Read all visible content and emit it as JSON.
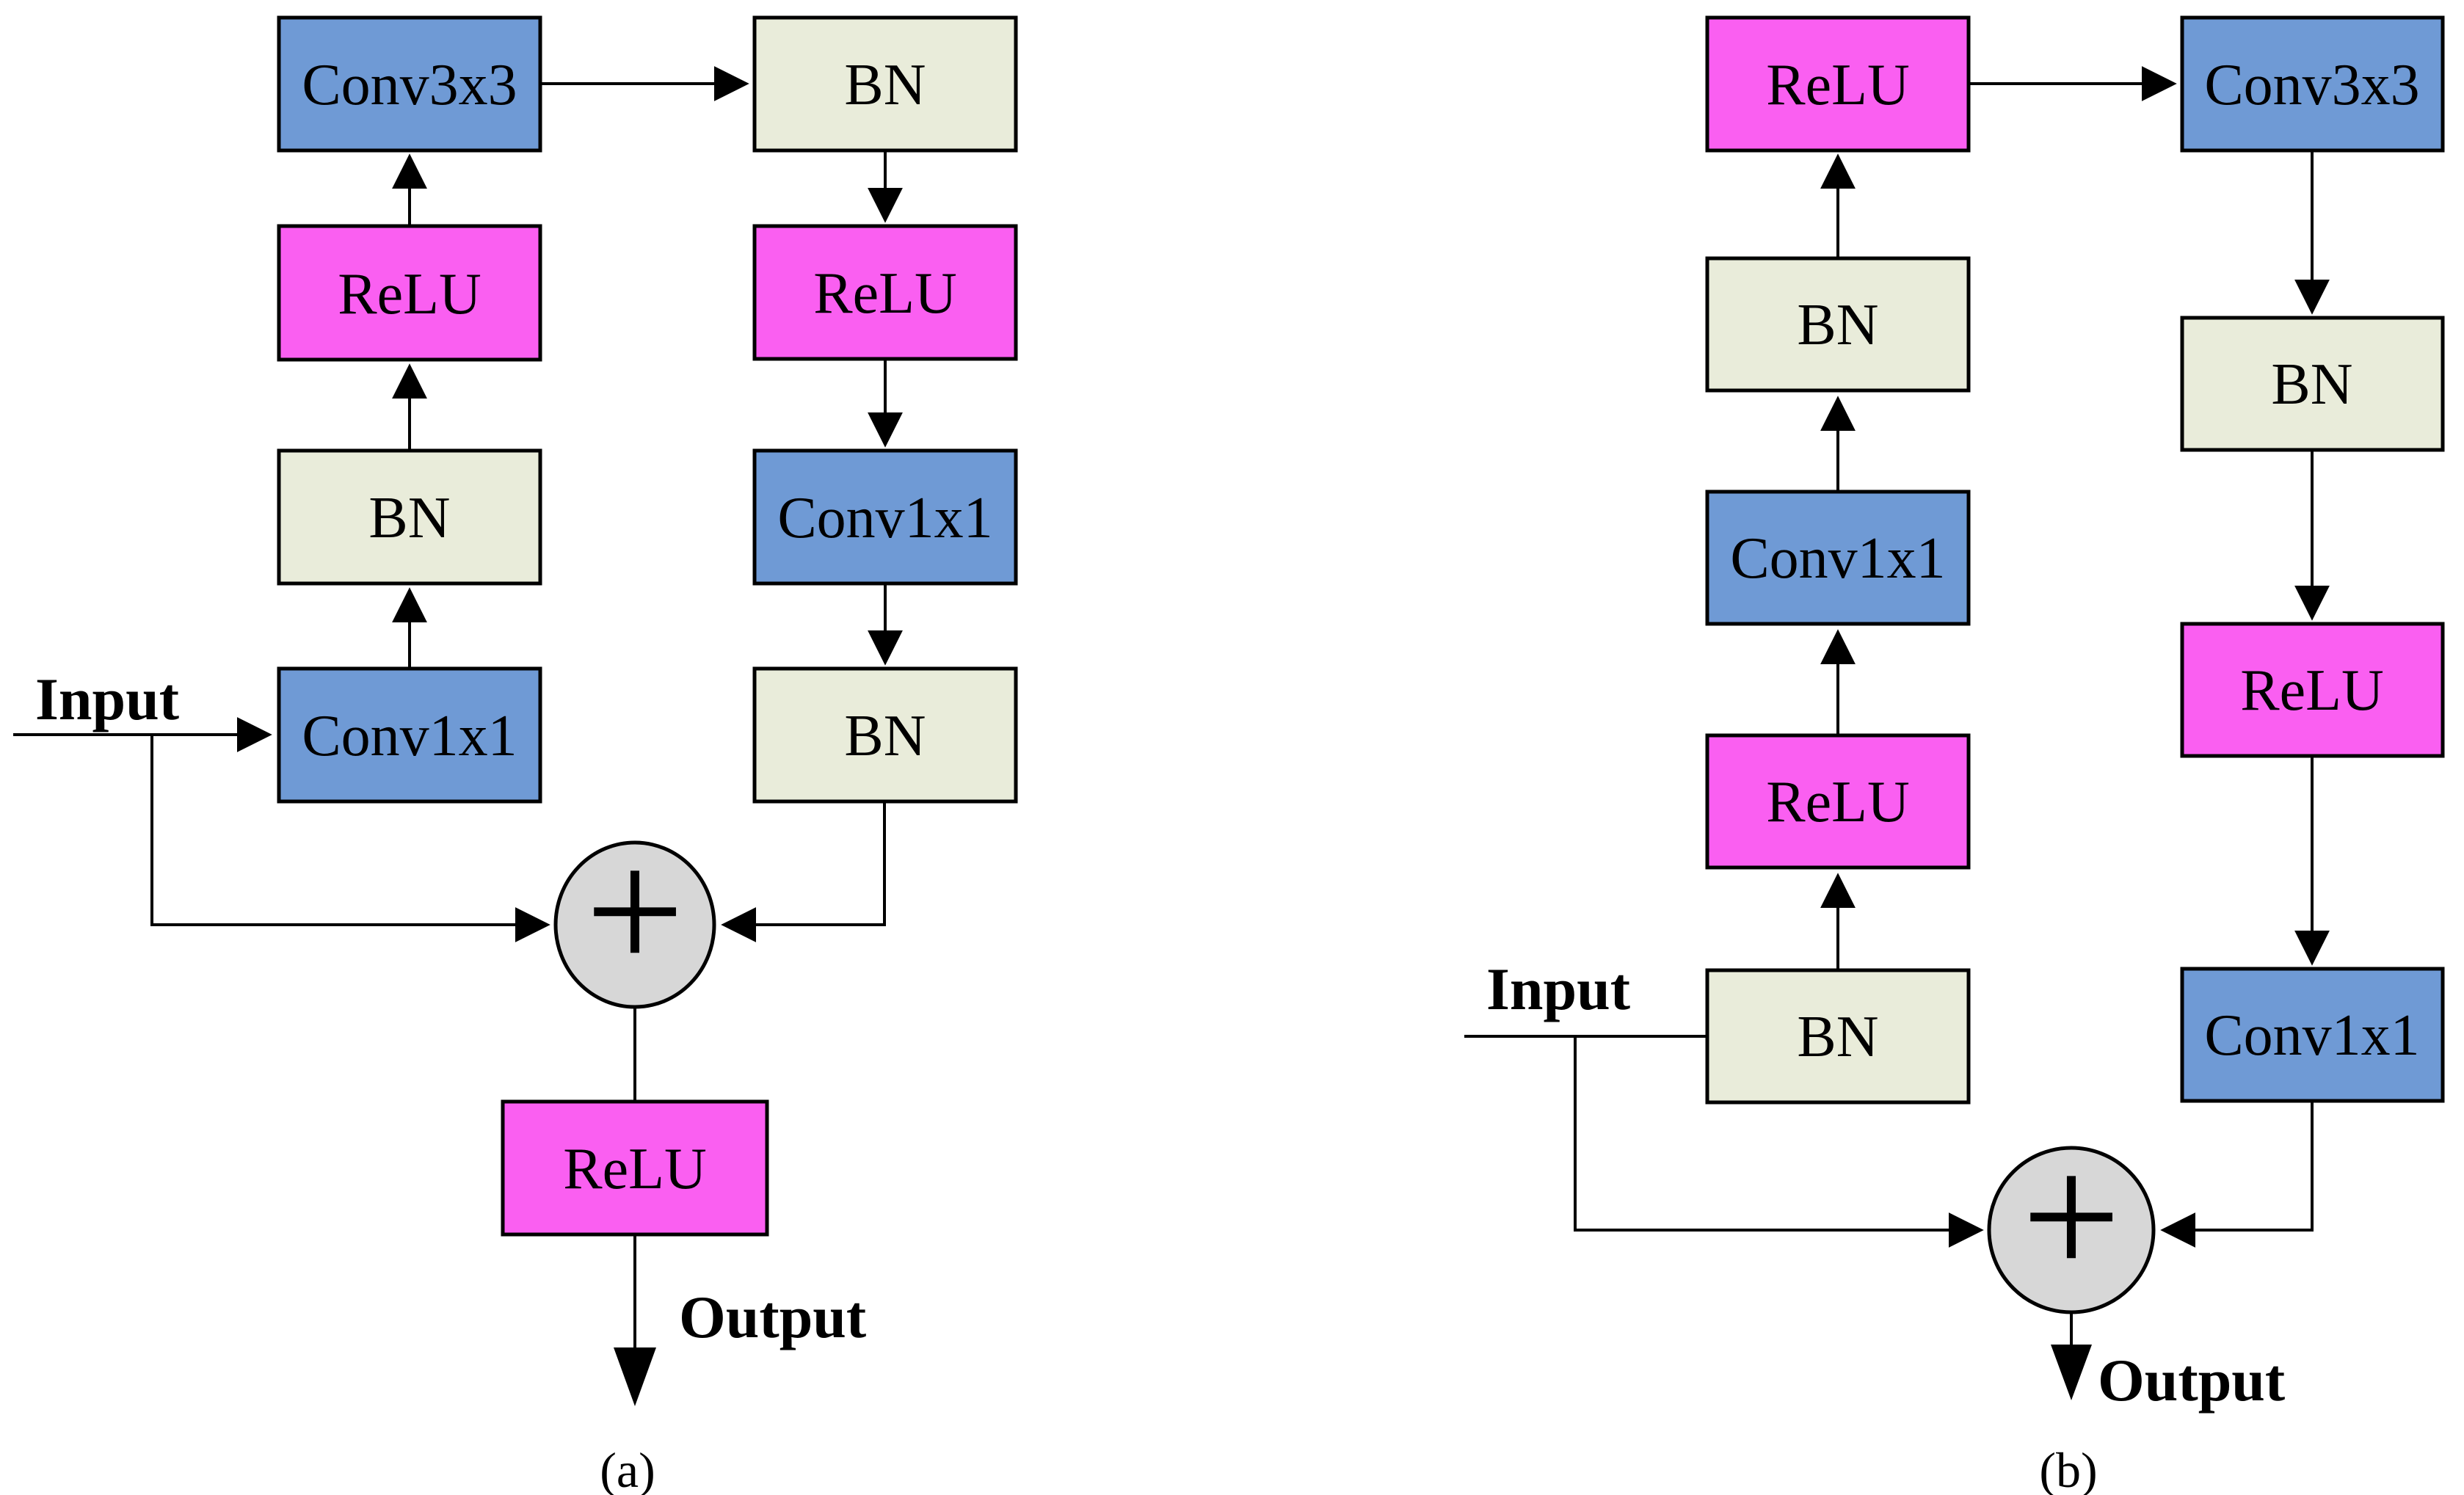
{
  "colors": {
    "conv_block": "#6f9ad5",
    "relu_block": "#fa5ff1",
    "bn_block": "#e9ecda",
    "sum_node": "#d7d7d7",
    "line": "#000000",
    "background": "#ffffff"
  },
  "panels": [
    {
      "label": "(a)",
      "input_label": "Input",
      "output_label": "Output",
      "sum_label": "+",
      "left_column": [
        {
          "label": "Conv3x3",
          "type": "conv"
        },
        {
          "label": "ReLU",
          "type": "relu"
        },
        {
          "label": "BN",
          "type": "bn"
        },
        {
          "label": "Conv1x1",
          "type": "conv"
        }
      ],
      "right_column": [
        {
          "label": "BN",
          "type": "bn"
        },
        {
          "label": "ReLU",
          "type": "relu"
        },
        {
          "label": "Conv1x1",
          "type": "conv"
        },
        {
          "label": "BN",
          "type": "bn"
        }
      ],
      "post_sum_block": {
        "label": "ReLU",
        "type": "relu"
      }
    },
    {
      "label": "(b)",
      "input_label": "Input",
      "output_label": "Output",
      "sum_label": "+",
      "left_column": [
        {
          "label": "ReLU",
          "type": "relu"
        },
        {
          "label": "BN",
          "type": "bn"
        },
        {
          "label": "Conv1x1",
          "type": "conv"
        },
        {
          "label": "ReLU",
          "type": "relu"
        },
        {
          "label": "BN",
          "type": "bn"
        }
      ],
      "right_column": [
        {
          "label": "Conv3x3",
          "type": "conv"
        },
        {
          "label": "BN",
          "type": "bn"
        },
        {
          "label": "ReLU",
          "type": "relu"
        },
        {
          "label": "Conv1x1",
          "type": "conv"
        }
      ]
    }
  ]
}
